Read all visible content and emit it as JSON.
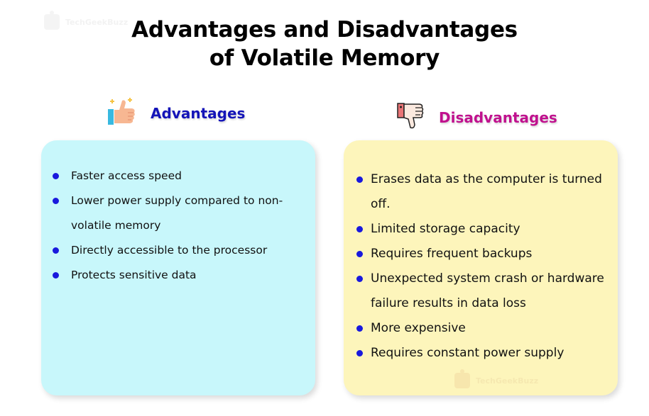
{
  "watermark": {
    "text": "TechGeekBuzz"
  },
  "title": {
    "line1": "Advantages and Disadvantages",
    "line2": "of Volatile Memory"
  },
  "colors": {
    "advantages_heading": "#1414b8",
    "disadvantages_heading": "#c0118e",
    "advantages_card": "#c8f7fb",
    "disadvantages_card": "#fdf5bb",
    "bullet": "#1919dd"
  },
  "advantages": {
    "heading": "Advantages",
    "icon": "thumbs-up-icon",
    "items": [
      "Faster access speed",
      "Lower power supply compared to non-volatile memory",
      "Directly accessible to the processor",
      "Protects sensitive data"
    ]
  },
  "disadvantages": {
    "heading": "Disadvantages",
    "icon": "thumbs-down-icon",
    "items": [
      "Erases data as the computer is turned off.",
      "Limited storage capacity",
      "Requires frequent backups",
      "Unexpected system crash or hardware failure results in data loss",
      "More expensive",
      "Requires constant power supply"
    ]
  }
}
